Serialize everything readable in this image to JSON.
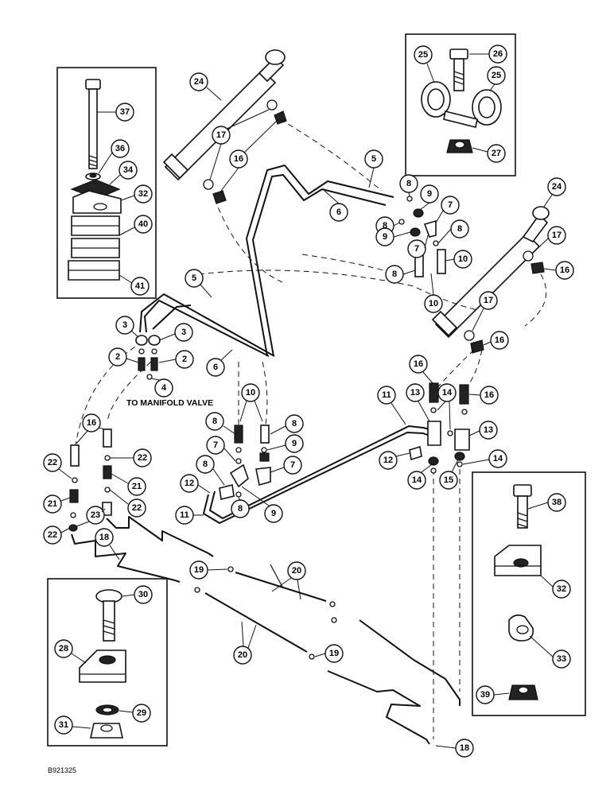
{
  "figure_id": "B921325",
  "note": "TO MANIFOLD VALVE",
  "callouts": {
    "c24a": "24",
    "c17a": "17",
    "c16a": "16",
    "c5a": "5",
    "c6a": "6",
    "c25a": "25",
    "c26": "26",
    "c25b": "25",
    "c27": "27",
    "c8a": "8",
    "c9a": "9",
    "c7a": "7",
    "c8b": "8",
    "c9b": "9",
    "c8c": "8",
    "c7b": "7",
    "c10a": "10",
    "c8d": "8",
    "c10b": "10",
    "c24b": "24",
    "c17b": "17",
    "c16b": "16",
    "c17c": "17",
    "c16c": "16",
    "c37": "37",
    "c36": "36",
    "c34": "34",
    "c32a": "32",
    "c40": "40",
    "c41": "41",
    "c5b": "5",
    "c3a": "3",
    "c3b": "3",
    "c2a": "2",
    "c2b": "2",
    "c4": "4",
    "c6b": "6",
    "c10c": "10",
    "c8e": "8",
    "c8f": "8",
    "c7c": "7",
    "c9c": "9",
    "c8g": "8",
    "c7d": "7",
    "c12a": "12",
    "c11a": "11",
    "c8h": "8",
    "c9d": "9",
    "c16d": "16",
    "c13a": "13",
    "c14a": "14",
    "c16e": "16",
    "c11b": "11",
    "c13b": "13",
    "c12b": "12",
    "c14b": "14",
    "c15": "15",
    "c14c": "14",
    "c16f": "16",
    "c22a": "22",
    "c22b": "22",
    "c21a": "21",
    "c21b": "21",
    "c23": "23",
    "c22c": "22",
    "c22d": "22",
    "c18a": "18",
    "c19a": "19",
    "c20a": "20",
    "c20b": "20",
    "c19b": "19",
    "c18b": "18",
    "c30": "30",
    "c28": "28",
    "c29": "29",
    "c31": "31",
    "c38": "38",
    "c32b": "32",
    "c33": "33",
    "c39": "39"
  }
}
